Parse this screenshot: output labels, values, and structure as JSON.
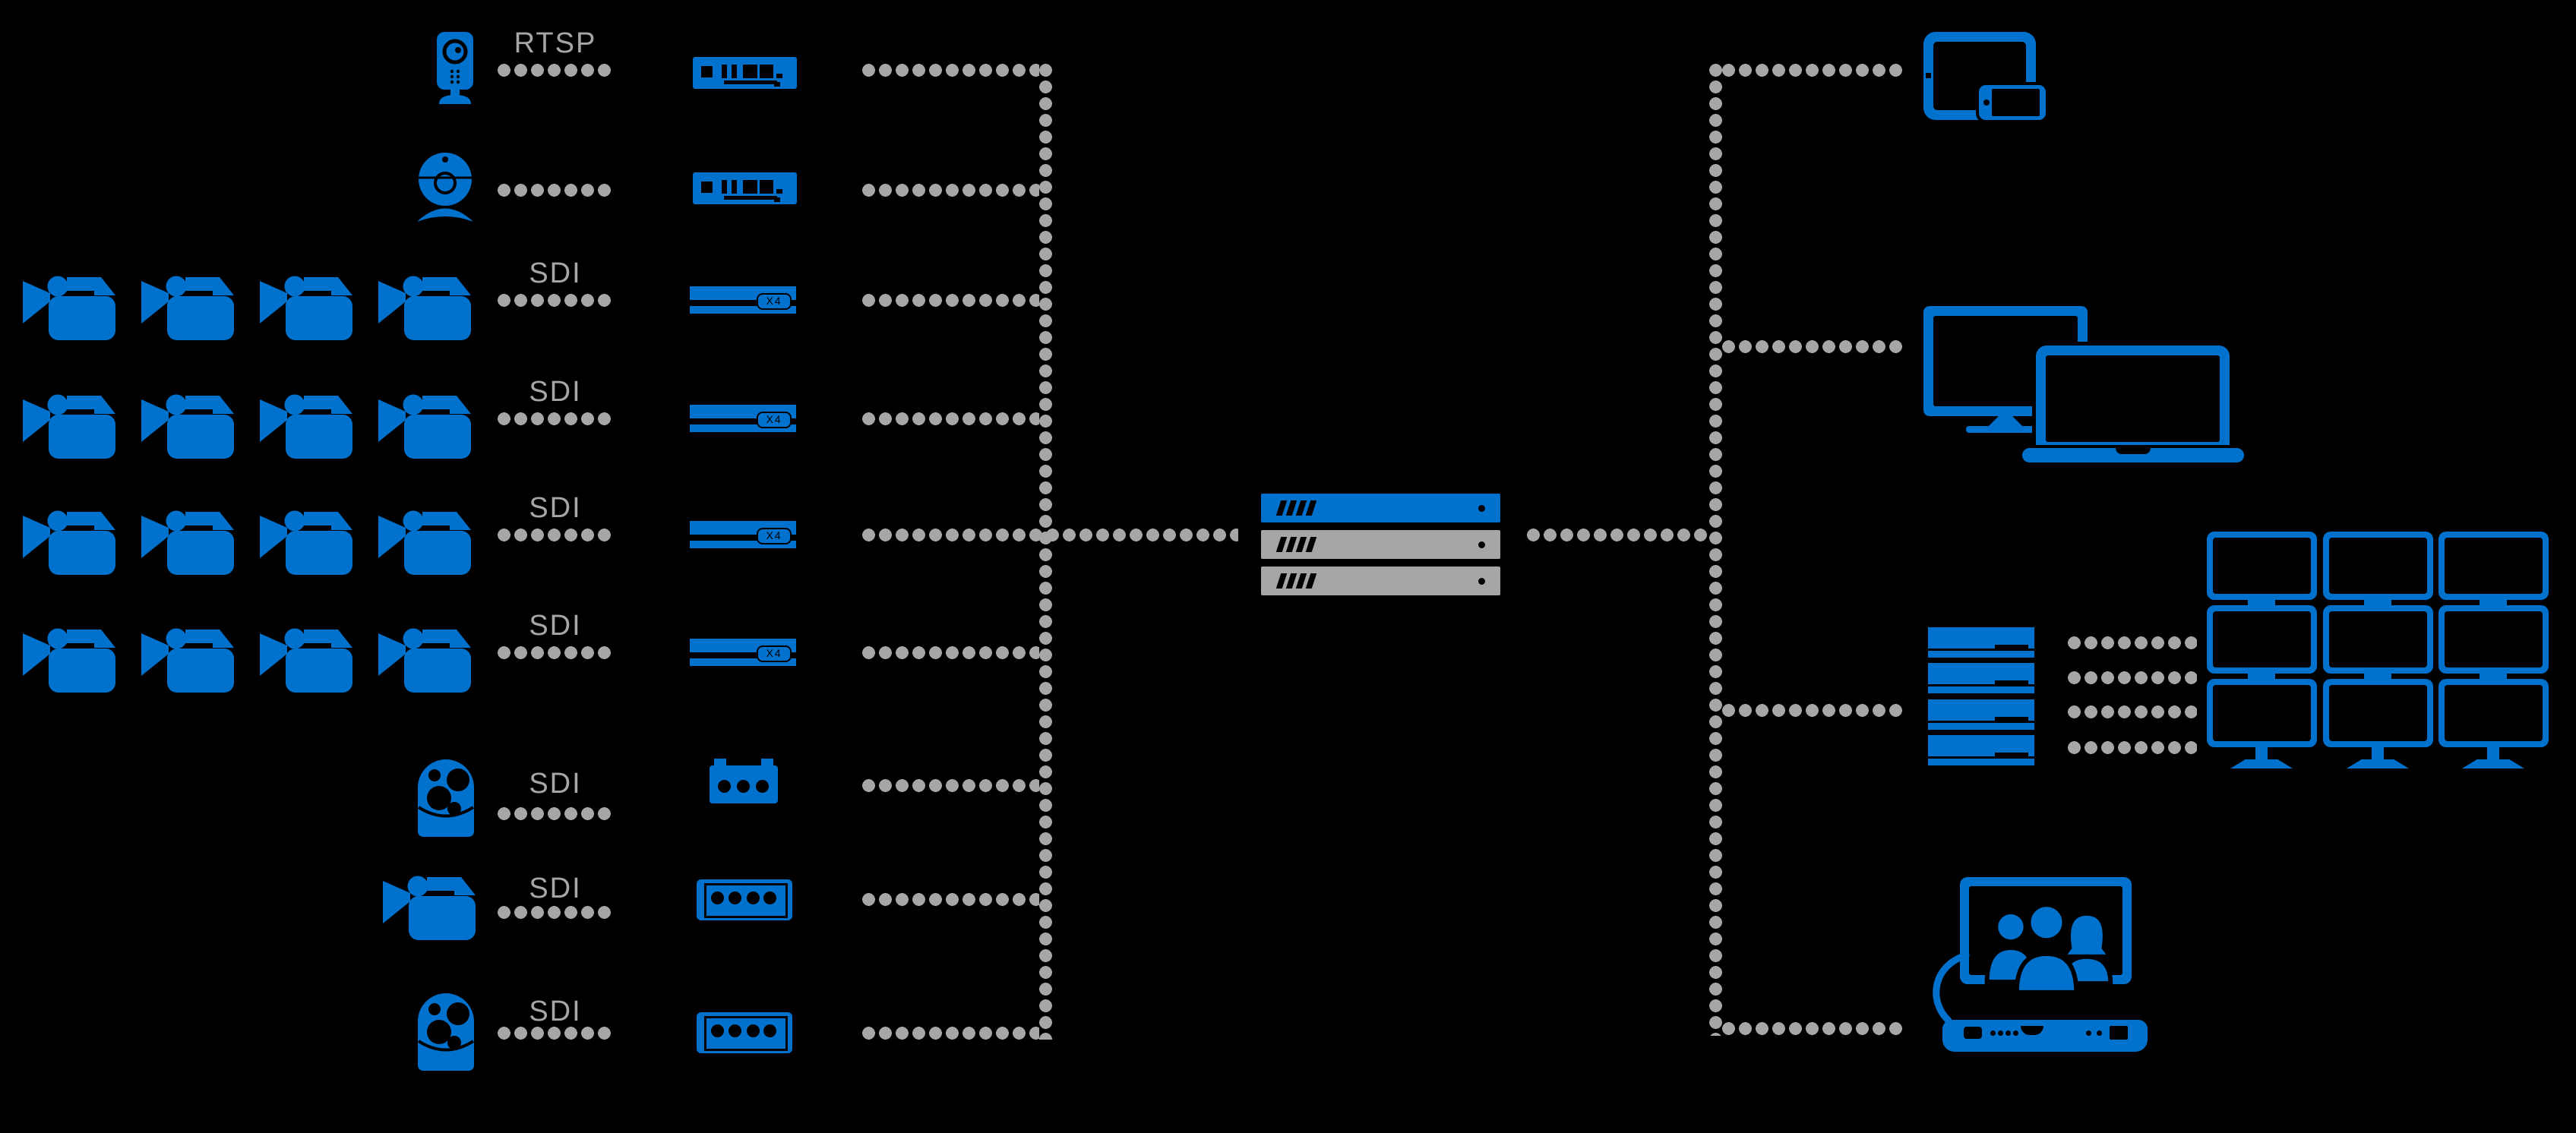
{
  "diagram": {
    "name": "video-over-ip-streaming-workflow",
    "colors": {
      "accent_blue": "#0072CE",
      "line_gray": "#A6A6A6",
      "background": "#000000"
    },
    "sources": [
      {
        "icon": "ip-camera-icon",
        "protocol_label": "RTSP"
      },
      {
        "icon": "webcam-icon",
        "protocol_label": ""
      },
      {
        "icon": "video-camera-group-icon",
        "camera_count": 4,
        "protocol_label": "SDI"
      },
      {
        "icon": "video-camera-group-icon",
        "camera_count": 4,
        "protocol_label": "SDI"
      },
      {
        "icon": "video-camera-group-icon",
        "camera_count": 4,
        "protocol_label": "SDI"
      },
      {
        "icon": "video-camera-group-icon",
        "camera_count": 4,
        "protocol_label": "SDI"
      },
      {
        "icon": "ptz-dome-camera-icon",
        "protocol_label": "SDI"
      },
      {
        "icon": "camcorder-icon",
        "protocol_label": "SDI"
      },
      {
        "icon": "dome-camera-icon",
        "protocol_label": "SDI"
      }
    ],
    "encoders": [
      {
        "type": "streaming-encoder",
        "badge": ""
      },
      {
        "type": "streaming-encoder",
        "badge": ""
      },
      {
        "type": "rack-encoder",
        "badge": "X4"
      },
      {
        "type": "rack-encoder",
        "badge": "X4"
      },
      {
        "type": "rack-encoder",
        "badge": "X4"
      },
      {
        "type": "rack-encoder",
        "badge": "X4"
      },
      {
        "type": "capture-device",
        "badge": ""
      },
      {
        "type": "portable-encoder",
        "badge": ""
      },
      {
        "type": "portable-encoder",
        "badge": ""
      }
    ],
    "server": {
      "type": "media-server-rack",
      "units": 3,
      "top_unit_color": "#0072CE",
      "other_unit_color": "#A6A6A6"
    },
    "outputs": [
      {
        "type": "tablet-and-phone"
      },
      {
        "type": "desktop-and-laptop"
      },
      {
        "type": "decoder-stack-and-video-wall",
        "decoders": 4,
        "wall_rows": 3,
        "wall_cols": 3
      },
      {
        "type": "video-conference-system"
      }
    ]
  }
}
